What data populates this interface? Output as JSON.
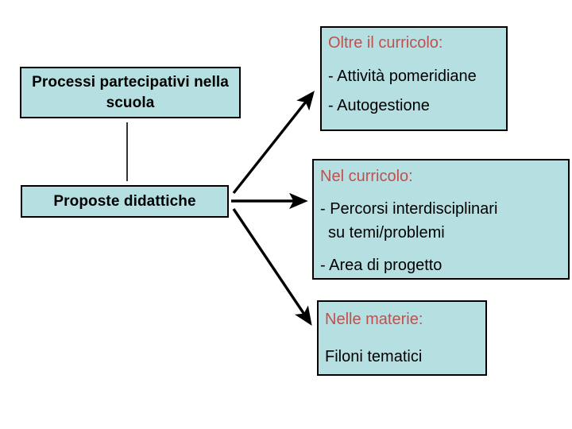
{
  "diagram": {
    "title": "Processi partecipativi nella scuola",
    "accent_heading_color": "#c0504d",
    "box_fill_color": "#b6dfe2",
    "box_border_color": "#000000",
    "connector_color": "#000000",
    "boxes": {
      "processi": {
        "label": "Processi partecipativi nella scuola"
      },
      "proposte": {
        "label": "Proposte didattiche"
      },
      "oltre": {
        "heading": "Oltre il curricolo:",
        "items": [
          "- Attività pomeridiane",
          "- Autogestione"
        ]
      },
      "nel": {
        "heading": "Nel curricolo:",
        "items": [
          "- Percorsi interdisciplinari",
          "su temi/problemi",
          "- Area di progetto"
        ]
      },
      "nelle": {
        "heading": "Nelle materie:",
        "items": [
          "Filoni tematici"
        ]
      }
    },
    "connectors": [
      {
        "name": "processi-to-proposte",
        "kind": "line"
      },
      {
        "name": "proposte-to-oltre",
        "kind": "arrow"
      },
      {
        "name": "proposte-to-nel",
        "kind": "arrow"
      },
      {
        "name": "proposte-to-nelle",
        "kind": "arrow"
      }
    ]
  }
}
